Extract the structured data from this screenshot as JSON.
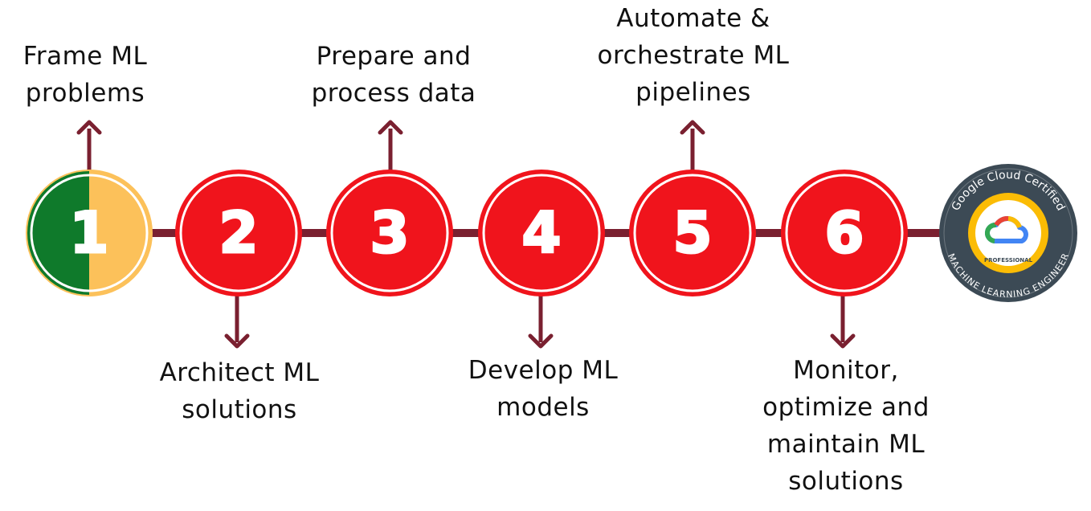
{
  "colors": {
    "connector": "#7a2030",
    "step_red": "#f0141c",
    "step_ring": "#ffffff",
    "step1_green": "#0f7a2b",
    "step1_yellow": "#fcc15a",
    "badge_dark": "#3c4a55",
    "badge_yellow": "#fbbc05",
    "text": "#111111"
  },
  "steps": [
    {
      "number": "1",
      "label": "Frame ML\nproblems"
    },
    {
      "number": "2",
      "label": "Architect ML\nsolutions"
    },
    {
      "number": "3",
      "label": "Prepare and\nprocess data"
    },
    {
      "number": "4",
      "label": "Develop ML\nmodels"
    },
    {
      "number": "5",
      "label": "Automate &\norchestrate ML\npipelines"
    },
    {
      "number": "6",
      "label": "Monitor,\noptimize and\nmaintain ML\nsolutions"
    }
  ],
  "badge": {
    "top_text": "Google Cloud Certified",
    "level_text": "PROFESSIONAL",
    "bottom_text": "MACHINE LEARNING ENGINEER",
    "icon": "google-cloud-logo-icon"
  }
}
